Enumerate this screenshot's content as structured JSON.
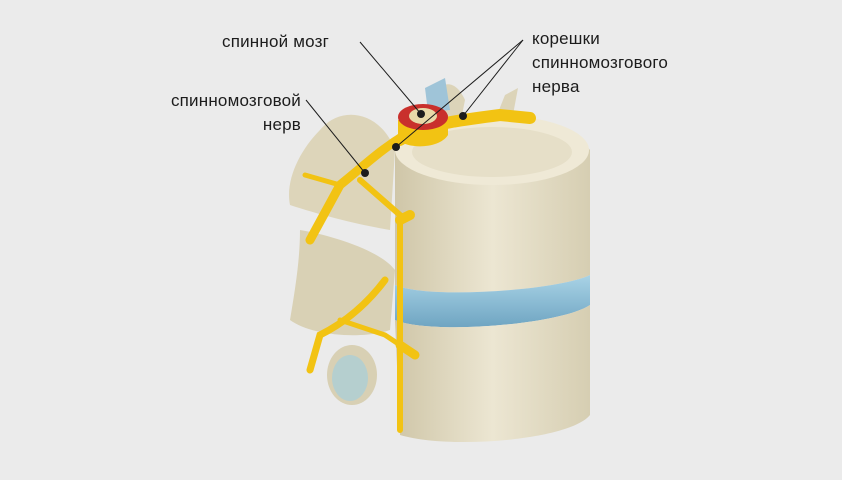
{
  "labels": {
    "spinal_cord": "спинной мозг",
    "spinal_nerve_line1": "спинномозговой",
    "spinal_nerve_line2": "нерв",
    "roots_line1": "корешки",
    "roots_line2": "спинномозгового",
    "roots_line3": "нерва"
  },
  "colors": {
    "background": "#ebebeb",
    "bone": "#e6dfc8",
    "disc": "#8fbfd6",
    "nerve": "#f2c313",
    "cord_outer": "#c9302c"
  }
}
